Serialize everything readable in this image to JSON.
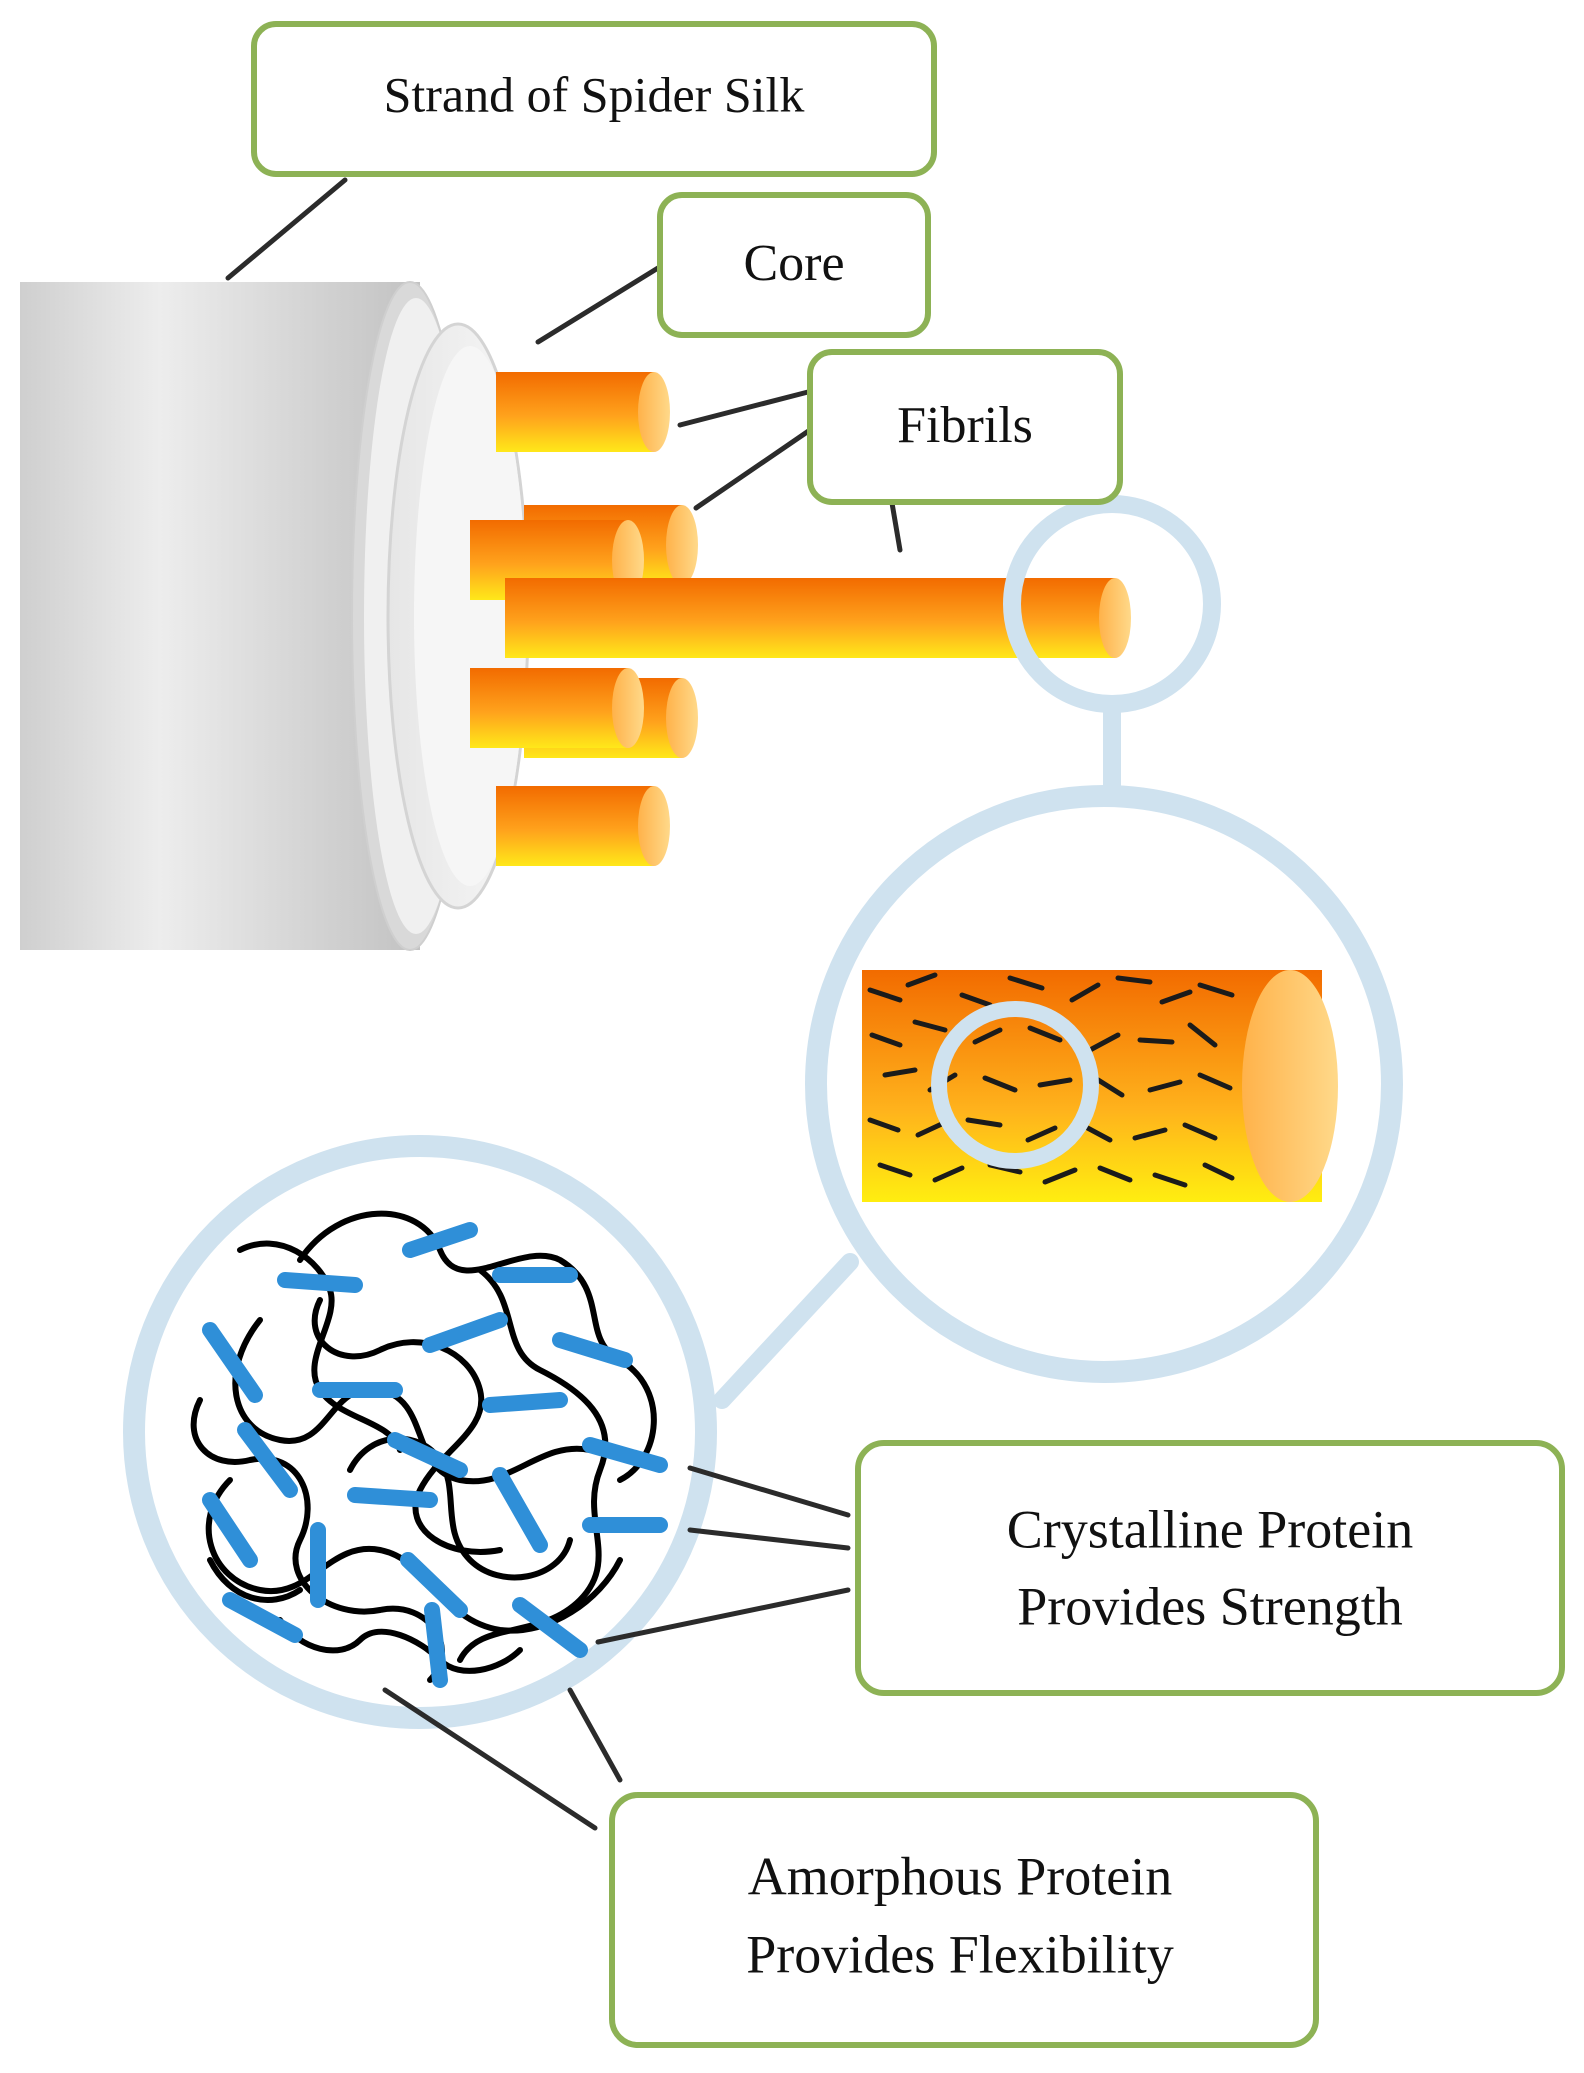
{
  "labels": {
    "strand": "Strand of Spider Silk",
    "core": "Core",
    "fibrils": "Fibrils",
    "crystalline_line1": "Crystalline Protein",
    "crystalline_line2": "Provides Strength",
    "amorphous_line1": "Amorphous Protein",
    "amorphous_line2": "Provides Flexibility"
  },
  "colors": {
    "box_border": "#8db255",
    "lens": "#cfe2ef",
    "fibril_orange": "#f26b00",
    "fibril_yellow": "#ffe81a",
    "crystalline_blue": "#2f8fd8",
    "amorphous_black": "#000000",
    "strand_gray": "#d9d9d9"
  }
}
